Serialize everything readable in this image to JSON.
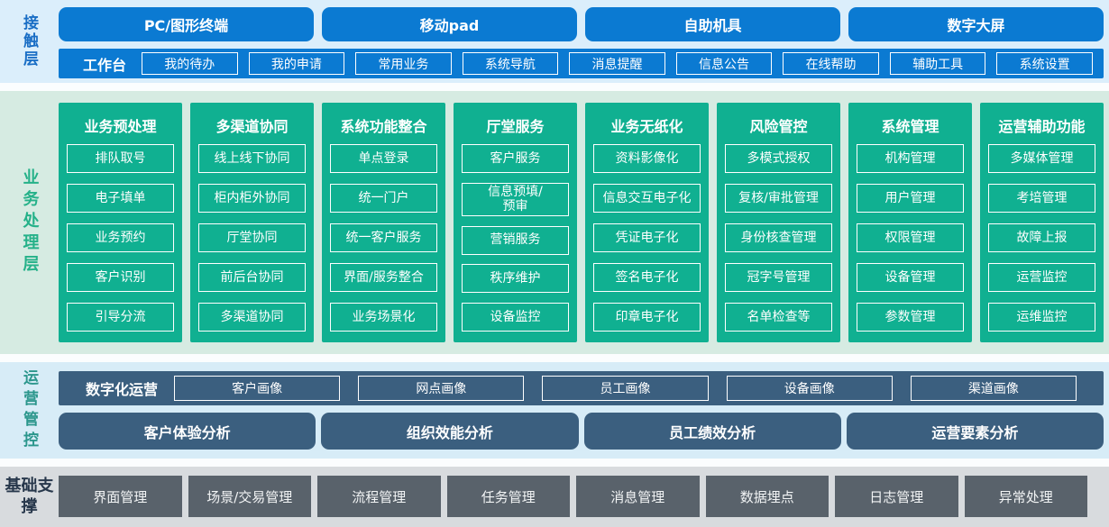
{
  "colors": {
    "contact_accent": "#0b7ad2",
    "business_accent": "#10b091",
    "operation_accent": "#3b5f7f",
    "foundation_accent": "#59626b"
  },
  "layers": {
    "contact": {
      "label": "接触层",
      "terminals": [
        "PC/图形终端",
        "移动pad",
        "自助机具",
        "数字大屏"
      ],
      "workbench": {
        "label": "工作台",
        "items": [
          "我的待办",
          "我的申请",
          "常用业务",
          "系统导航",
          "消息提醒",
          "信息公告",
          "在线帮助",
          "辅助工具",
          "系统设置"
        ]
      }
    },
    "business": {
      "label": "业务处理层",
      "columns": [
        {
          "title": "业务预处理",
          "items": [
            "排队取号",
            "电子填单",
            "业务预约",
            "客户识别",
            "引导分流"
          ]
        },
        {
          "title": "多渠道协同",
          "items": [
            "线上线下协同",
            "柜内柜外协同",
            "厅堂协同",
            "前后台协同",
            "多渠道协同"
          ]
        },
        {
          "title": "系统功能整合",
          "items": [
            "单点登录",
            "统一门户",
            "统一客户服务",
            "界面/服务整合",
            "业务场景化"
          ]
        },
        {
          "title": "厅堂服务",
          "items": [
            "客户服务",
            "信息预填/\n预审",
            "营销服务",
            "秩序维护",
            "设备监控"
          ]
        },
        {
          "title": "业务无纸化",
          "items": [
            "资料影像化",
            "信息交互电子化",
            "凭证电子化",
            "签名电子化",
            "印章电子化"
          ]
        },
        {
          "title": "风险管控",
          "items": [
            "多模式授权",
            "复核/审批管理",
            "身份核查管理",
            "冠字号管理",
            "名单检查等"
          ]
        },
        {
          "title": "系统管理",
          "items": [
            "机构管理",
            "用户管理",
            "权限管理",
            "设备管理",
            "参数管理"
          ]
        },
        {
          "title": "运营辅助功能",
          "items": [
            "多媒体管理",
            "考培管理",
            "故障上报",
            "运营监控",
            "运维监控"
          ]
        }
      ]
    },
    "operation": {
      "label": "运营管控",
      "digital": {
        "label": "数字化运营",
        "items": [
          "客户画像",
          "网点画像",
          "员工画像",
          "设备画像",
          "渠道画像"
        ]
      },
      "analysis": [
        "客户体验分析",
        "组织效能分析",
        "员工绩效分析",
        "运营要素分析"
      ]
    },
    "foundation": {
      "label": "基础支撑",
      "items": [
        "界面管理",
        "场景/交易管理",
        "流程管理",
        "任务管理",
        "消息管理",
        "数据埋点",
        "日志管理",
        "异常处理"
      ]
    }
  }
}
